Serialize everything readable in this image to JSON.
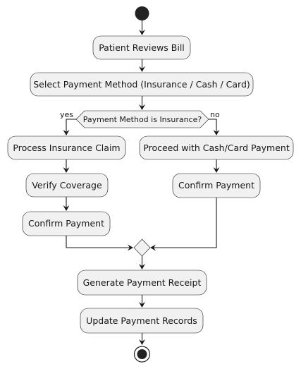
{
  "activity": {
    "steps": {
      "review_bill": "Patient Reviews Bill",
      "select_method": "Select Payment Method (Insurance / Cash / Card)",
      "process_claim": "Process Insurance Claim",
      "verify_coverage": "Verify Coverage",
      "confirm_payment_yes": "Confirm Payment",
      "proceed_cash_card": "Proceed with Cash/Card Payment",
      "confirm_payment_no": "Confirm Payment",
      "generate_receipt": "Generate Payment Receipt",
      "update_records": "Update Payment Records"
    },
    "decision": {
      "condition": "Payment Method is Insurance?",
      "yes_label": "yes",
      "no_label": "no"
    }
  }
}
